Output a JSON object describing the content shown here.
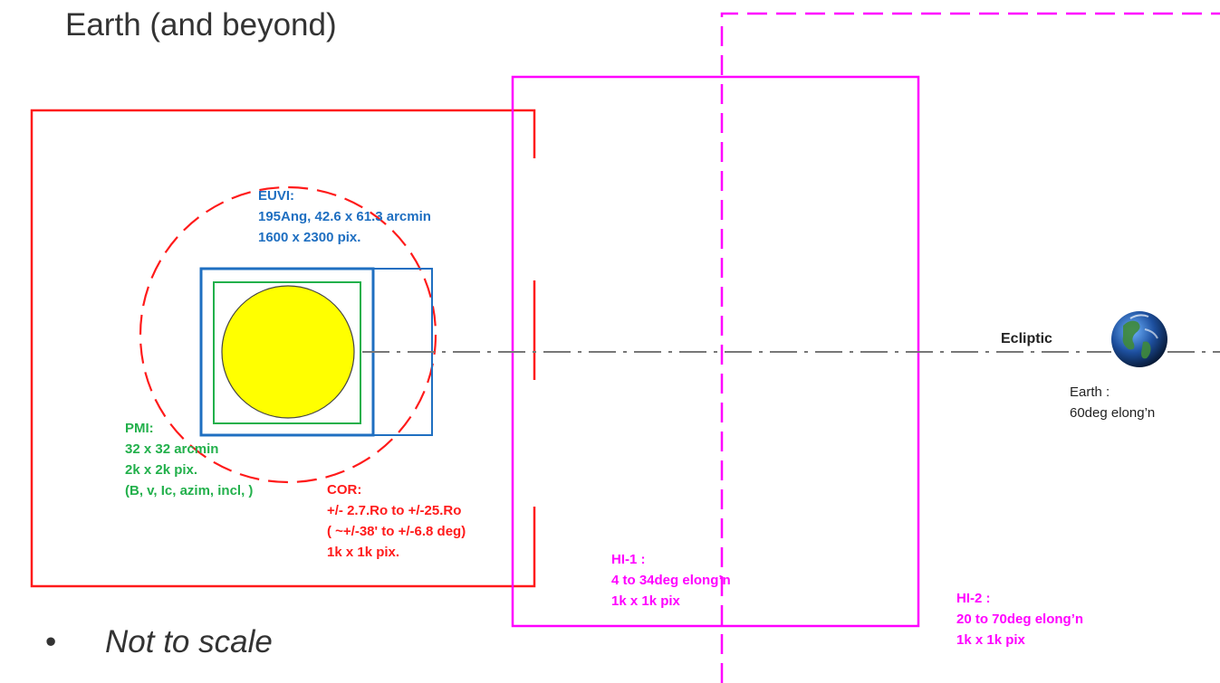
{
  "title": "Earth (and beyond)",
  "note": {
    "bullet": "•",
    "text": "Not to scale"
  },
  "labels": {
    "euvi": [
      "EUVI:",
      "195Ang, 42.6 x 61.3 arcmin",
      "1600 x 2300 pix."
    ],
    "pmi": [
      "PMI:",
      "32 x 32 arcmin",
      "2k x 2k pix.",
      "(B, v, Ic, azim, incl,  )"
    ],
    "cor": [
      "COR:",
      "+/- 2.7.Ro  to +/-25.Ro",
      "( ~+/-38' to +/-6.8 deg)",
      "1k x 1k pix."
    ],
    "hi1": [
      "HI-1 :",
      "4  to 34deg elong’n",
      "1k x 1k pix"
    ],
    "hi2": [
      "HI-2 :",
      "20  to 70deg elong’n",
      "1k x 1k pix"
    ],
    "ecliptic": "Ecliptic",
    "earth": [
      "Earth :",
      "60deg elong’n"
    ]
  },
  "colors": {
    "cor": "#ff1a1a",
    "euvi": "#1f6fc1",
    "pmi": "#22b04b",
    "hi": "#ff00ff",
    "sun": "#ffff00",
    "ecliptic_line": "#777777",
    "text": "#333333"
  },
  "icons": {
    "earth": "earth-globe-icon",
    "sun": "sun-disc-icon"
  }
}
